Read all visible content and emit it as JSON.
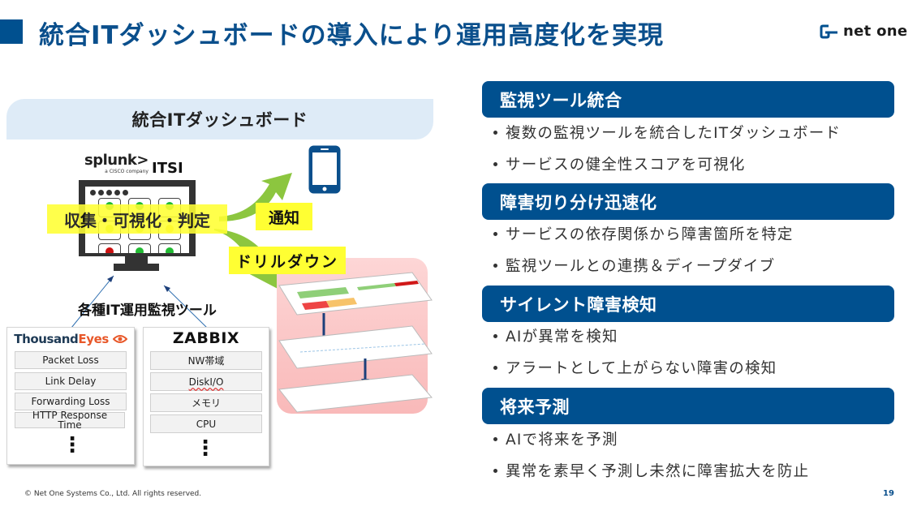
{
  "header": {
    "title": "統合ITダッシュボードの導入により運用高度化を実現",
    "logo_text": "net one",
    "brand_color": "#00508f"
  },
  "diagram": {
    "banner": "統合ITダッシュボード",
    "splunk_logo": "splunk>",
    "splunk_sub": "a CISCO company",
    "itsi_label": "ITSI",
    "collect_label": "収集・可視化・判定",
    "notify_label": "通知",
    "drilldown_label": "ドリルダウン",
    "tools_label": "各種IT運用監視ツール",
    "thousandeyes": {
      "logo_a": "Thousand",
      "logo_b": "Eyes",
      "items": [
        "Packet Loss",
        "Link Delay",
        "Forwarding Loss",
        "HTTP Response Time"
      ],
      "more": "⋮"
    },
    "zabbix": {
      "title": "ZABBIX",
      "items": [
        "NW帯域",
        "DiskI/O",
        "メモリ",
        "CPU"
      ],
      "more": "⋮"
    },
    "tile_status_colors": [
      "#22bb33",
      "#22bb33",
      "#22bb33",
      "#c8e61e",
      "#c8e61e",
      "#f2d81e",
      "#cc1111",
      "#22bb33",
      "#22bb33"
    ],
    "highlight_color": "#ffff33",
    "arrow_color": "#8cc63f"
  },
  "sections": [
    {
      "title": "監視ツール統合",
      "bullets": [
        "複数の監視ツールを統合したITダッシュボード",
        "サービスの健全性スコアを可視化"
      ]
    },
    {
      "title": "障害切り分け迅速化",
      "bullets": [
        "サービスの依存関係から障害箇所を特定",
        "監視ツールとの連携＆ディープダイブ"
      ]
    },
    {
      "title": "サイレント障害検知",
      "bullets": [
        "AIが異常を検知",
        "アラートとして上がらない障害の検知"
      ]
    },
    {
      "title": "将来予測",
      "bullets": [
        "AIで将来を予測",
        "異常を素早く予測し未然に障害拡大を防止"
      ]
    }
  ],
  "footer": {
    "copyright": "© Net One Systems Co., Ltd. All rights reserved.",
    "page_number": "19"
  }
}
